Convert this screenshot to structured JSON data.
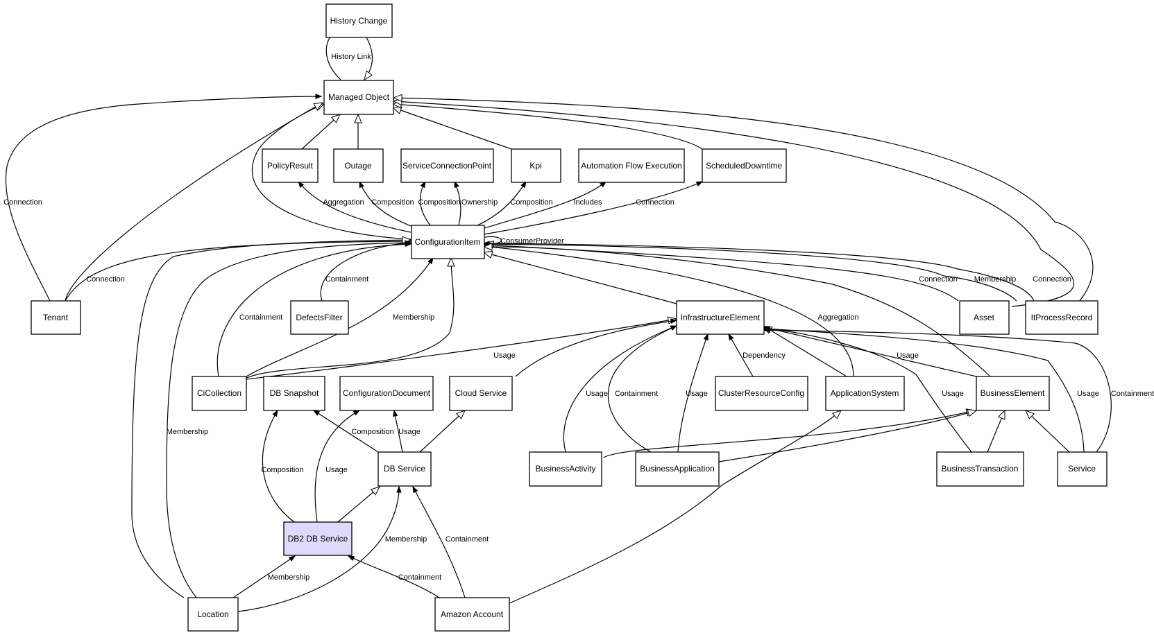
{
  "nodes": [
    {
      "id": "history-change",
      "label": "History Change"
    },
    {
      "id": "managed-object",
      "label": "Managed Object"
    },
    {
      "id": "policy-result",
      "label": "PolicyResult"
    },
    {
      "id": "outage",
      "label": "Outage"
    },
    {
      "id": "service-connection-point",
      "label": "ServiceConnectionPoint"
    },
    {
      "id": "kpi",
      "label": "Kpi"
    },
    {
      "id": "automation-flow-execution",
      "label": "Automation Flow Execution"
    },
    {
      "id": "scheduled-downtime",
      "label": "ScheduledDowntime"
    },
    {
      "id": "configuration-item",
      "label": "ConfigurationItem"
    },
    {
      "id": "tenant",
      "label": "Tenant"
    },
    {
      "id": "defects-filter",
      "label": "DefectsFilter"
    },
    {
      "id": "infrastructure-element",
      "label": "InfrastructureElement"
    },
    {
      "id": "asset",
      "label": "Asset"
    },
    {
      "id": "it-process-record",
      "label": "ItProcessRecord"
    },
    {
      "id": "ci-collection",
      "label": "CiCollection"
    },
    {
      "id": "db-snapshot",
      "label": "DB Snapshot"
    },
    {
      "id": "configuration-document",
      "label": "ConfigurationDocument"
    },
    {
      "id": "cloud-service",
      "label": "Cloud Service"
    },
    {
      "id": "cluster-resource-config",
      "label": "ClusterResourceConfig"
    },
    {
      "id": "application-system",
      "label": "ApplicationSystem"
    },
    {
      "id": "business-element",
      "label": "BusinessElement"
    },
    {
      "id": "db-service",
      "label": "DB Service"
    },
    {
      "id": "business-activity",
      "label": "BusinessActivity"
    },
    {
      "id": "business-application",
      "label": "BusinessApplication"
    },
    {
      "id": "business-transaction",
      "label": "BusinessTransaction"
    },
    {
      "id": "service",
      "label": "Service"
    },
    {
      "id": "db2-db-service",
      "label": "DB2 DB Service"
    },
    {
      "id": "location",
      "label": "Location"
    },
    {
      "id": "amazon-account",
      "label": "Amazon Account"
    }
  ],
  "edge_labels": [
    {
      "id": "history-link",
      "text": "History Link"
    },
    {
      "id": "tenant-mo-connection",
      "text": "Connection"
    },
    {
      "id": "tenant-ci-connection",
      "text": "Connection"
    },
    {
      "id": "ci-policy-aggregation",
      "text": "Aggregation"
    },
    {
      "id": "ci-outage-composition",
      "text": "Composition"
    },
    {
      "id": "ci-scp-composition",
      "text": "Composition"
    },
    {
      "id": "ci-scp-ownership",
      "text": "Ownership"
    },
    {
      "id": "ci-kpi-composition",
      "text": "Composition"
    },
    {
      "id": "ci-afe-includes",
      "text": "Includes"
    },
    {
      "id": "ci-sd-connection",
      "text": "Connection"
    },
    {
      "id": "ci-self-consumer-provider",
      "text": "ConsumerProvider"
    },
    {
      "id": "defects-containment",
      "text": "Containment"
    },
    {
      "id": "cicollection-containment",
      "text": "Containment"
    },
    {
      "id": "cicollection-membership",
      "text": "Membership"
    },
    {
      "id": "cloud-ie-usage",
      "text": "Usage"
    },
    {
      "id": "appsys-aggregation",
      "text": "Aggregation"
    },
    {
      "id": "asset-connection",
      "text": "Connection"
    },
    {
      "id": "itpr-membership",
      "text": "Membership"
    },
    {
      "id": "itpr-connection",
      "text": "Connection"
    },
    {
      "id": "cluster-dependency",
      "text": "Dependency"
    },
    {
      "id": "be-ie-usage",
      "text": "Usage"
    },
    {
      "id": "ba-ie-usage",
      "text": "Usage"
    },
    {
      "id": "bapp-ie-containment",
      "text": "Containment"
    },
    {
      "id": "bapp-ie-usage",
      "text": "Usage"
    },
    {
      "id": "bt-ie-usage",
      "text": "Usage"
    },
    {
      "id": "service-ie-usage",
      "text": "Usage"
    },
    {
      "id": "service-ie-containment",
      "text": "Containment"
    },
    {
      "id": "location-ci-membership",
      "text": "Membership"
    },
    {
      "id": "dbs-snapshot-composition",
      "text": "Composition"
    },
    {
      "id": "dbs-doc-usage",
      "text": "Usage"
    },
    {
      "id": "db2-snapshot-composition",
      "text": "Composition"
    },
    {
      "id": "db2-doc-usage",
      "text": "Usage"
    },
    {
      "id": "location-dbs-membership",
      "text": "Membership"
    },
    {
      "id": "amazon-dbs-containment",
      "text": "Containment"
    },
    {
      "id": "location-db2-membership",
      "text": "Membership"
    },
    {
      "id": "amazon-db2-containment",
      "text": "Containment"
    }
  ]
}
